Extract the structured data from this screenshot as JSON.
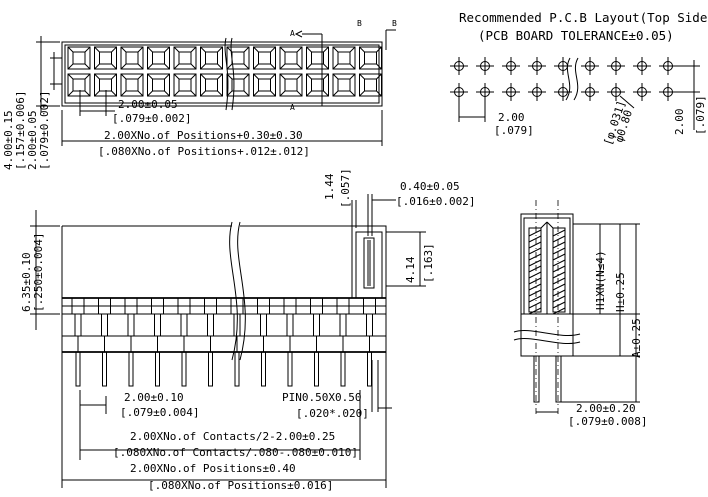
{
  "pcb_layout": {
    "title": "Recommended P.C.B Layout(Top Side)",
    "tolerance": "(PCB BOARD TOLERANCE±0.05)",
    "pitch_mm": "2.00",
    "pitch_in": "[.079]",
    "row_pitch_mm": "2.00",
    "row_pitch_in": "[.079]",
    "hole_mm": "φ0.80",
    "hole_in": "[φ.031]"
  },
  "top_view": {
    "section_a": "A",
    "section_b": "B",
    "pitch_mm": "2.00±0.05",
    "pitch_in": "[.079±0.002]",
    "length_mm": "2.00XNo.of Positions+0.30±0.30",
    "length_in": "[.080XNo.of Positions+.012±.012]",
    "height_outer_mm": "4.00±0.15",
    "height_outer_in": "[.157±0.006]",
    "height_inner_mm": "2.00±0.05",
    "height_inner_in": "[.079±0.002]"
  },
  "front_view": {
    "body_height_mm": "6.35±0.10",
    "body_height_in": "[.250±0.004]",
    "pitch_mm": "2.00±0.10",
    "pitch_in": "[.079±0.004]",
    "pin_size": "PIN0.50X0.50",
    "pin_size_in": "[.020*.020]",
    "contacts_mm": "2.00XNo.of Contacts/2-2.00±0.25",
    "contacts_in": "[.080XNo.of Contacts/.080-.080±0.010]",
    "positions_mm": "2.00XNo.of Positions±0.40",
    "positions_in": "[.080XNo.of Positions±0.016]"
  },
  "section_view": {
    "wall_mm": "1.44",
    "wall_in": "[.057]",
    "gap_mm": "0.40±0.05",
    "gap_in": "[.016±0.002]",
    "depth_mm": "4.14",
    "depth_in": "[.163]"
  },
  "side_view": {
    "h1": "H1XN(N≤4)",
    "h": "H±0.25",
    "a": "A±0.25",
    "pitch_mm": "2.00±0.20",
    "pitch_in": "[.079±0.008]"
  }
}
